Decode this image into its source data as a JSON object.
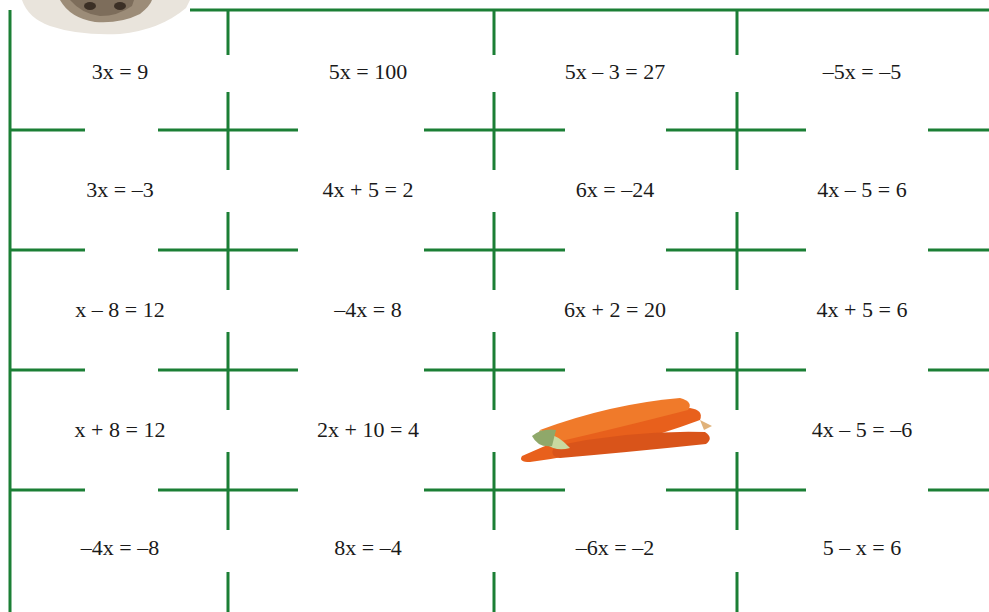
{
  "diagram": {
    "labels": [
      "3x = 9",
      "5x = 100",
      "5x – 3 = 27",
      "–5x = –5",
      "3x = –3",
      "4x + 5 = 2",
      "6x = –24",
      "4x – 5 = 6",
      "x – 8 = 12",
      "–4x = 8",
      "6x + 2 = 20",
      "4x + 5 = 6",
      "x + 8 = 12",
      "2x + 10 = 4",
      "4x – 5 = –6",
      "–4x = –8",
      "8x = –4",
      "–6x = –2",
      "5 – x = 6"
    ]
  }
}
